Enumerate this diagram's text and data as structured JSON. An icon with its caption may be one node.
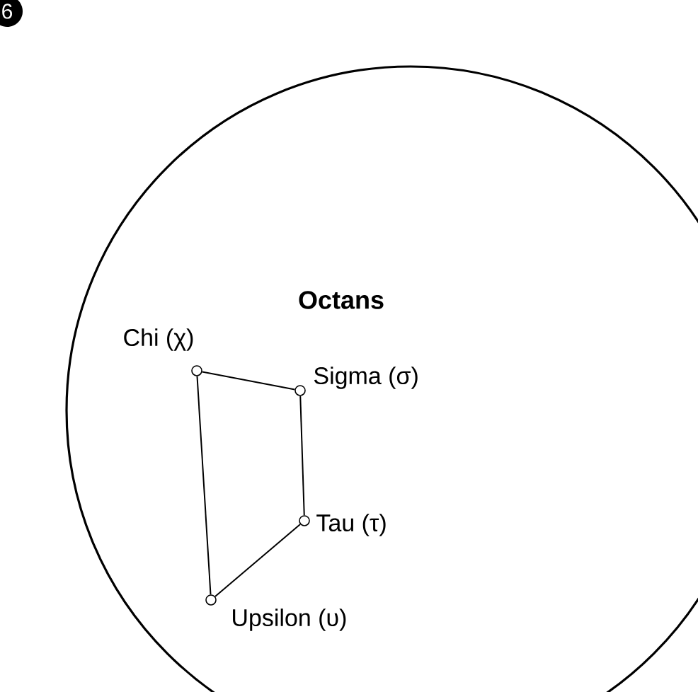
{
  "diagram": {
    "nodes": [
      {
        "text": [
          "Octans"
        ]
      },
      {
        "text": [],
        "shape": "circle",
        "beside": [
          "Chi (χ)"
        ],
        "in": 0
      },
      {
        "text": [],
        "shape": "circle",
        "beside": [
          "Sigma (σ)"
        ],
        "in": 0
      },
      {
        "text": [],
        "shape": "circle",
        "beside": [
          "Tau (τ)"
        ],
        "in": 0
      },
      {
        "text": [],
        "shape": "circle",
        "beside": [
          "Upsilon (υ)"
        ],
        "in": 0
      }
    ],
    "edges": [
      {
        "from": 1,
        "to": 2,
        "arrow": "none"
      },
      {
        "from": 2,
        "to": 3,
        "arrow": "none"
      },
      {
        "from": 3,
        "to": 4,
        "arrow": "none"
      },
      {
        "from": 4,
        "to": 1,
        "arrow": "none"
      }
    ],
    "labels": [
      "6"
    ]
  }
}
